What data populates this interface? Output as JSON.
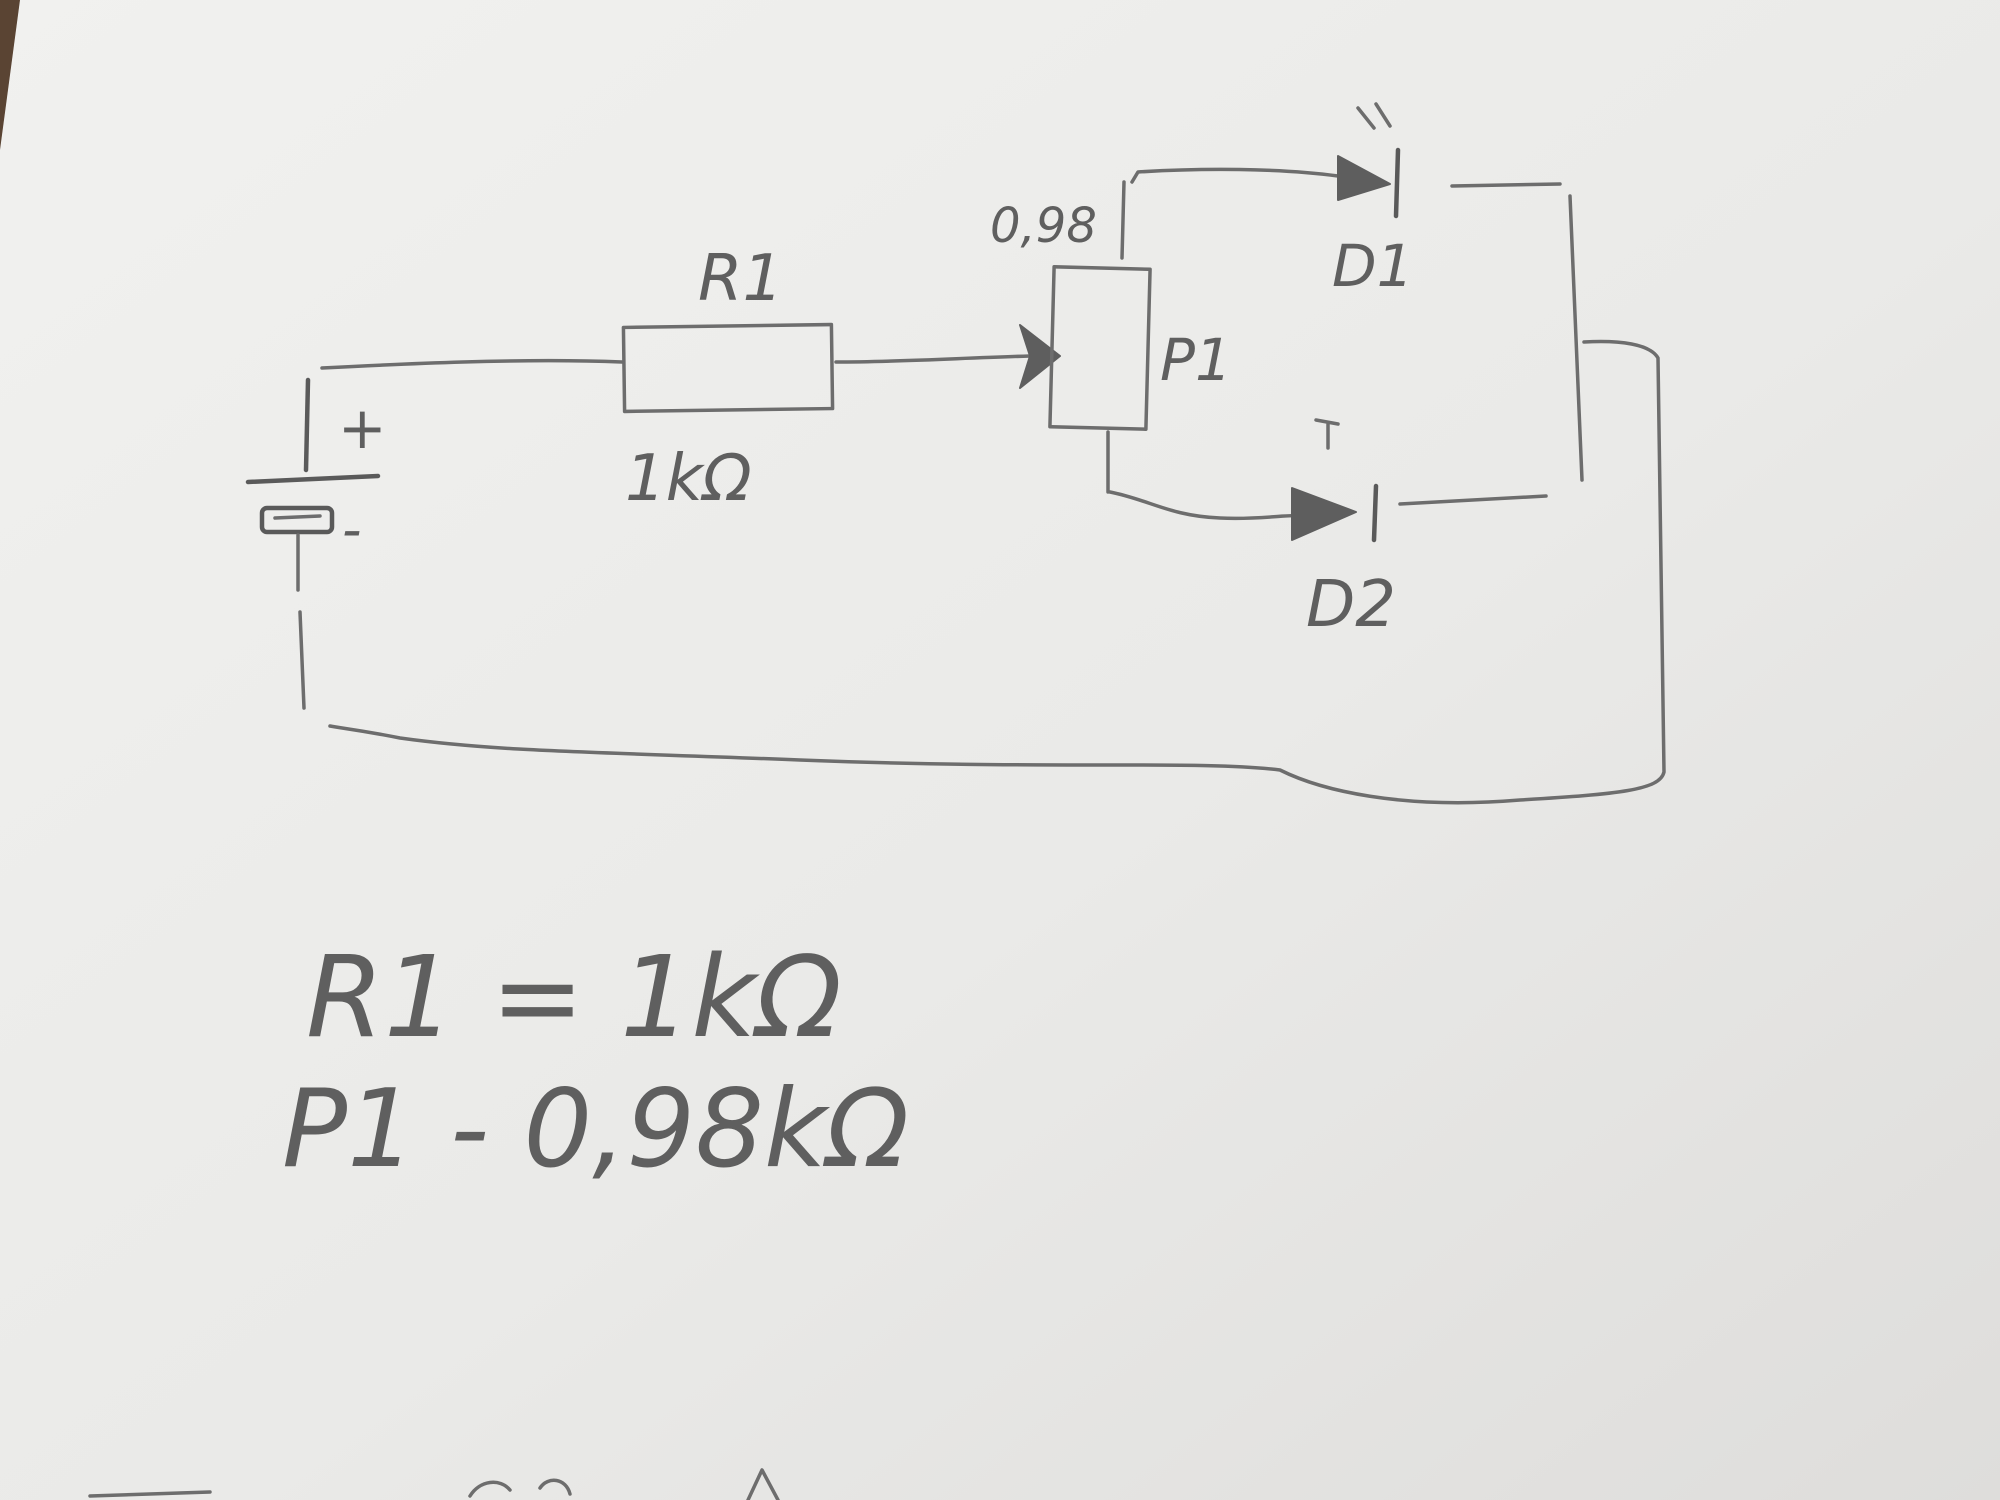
{
  "labels": {
    "resistor_name": "R1",
    "resistor_value": "1kΩ",
    "pot_name": "P1",
    "pot_setting": "0,98",
    "diode1_name": "D1",
    "diode2_name": "D2",
    "battery_plus": "+",
    "battery_minus": "-"
  },
  "notes": {
    "line1": "R1 = 1kΩ",
    "line2": "P1 - 0,98kΩ"
  },
  "colors": {
    "paper": "#ececea",
    "pencil": "#6d6d6d",
    "table": "#5a4433"
  }
}
